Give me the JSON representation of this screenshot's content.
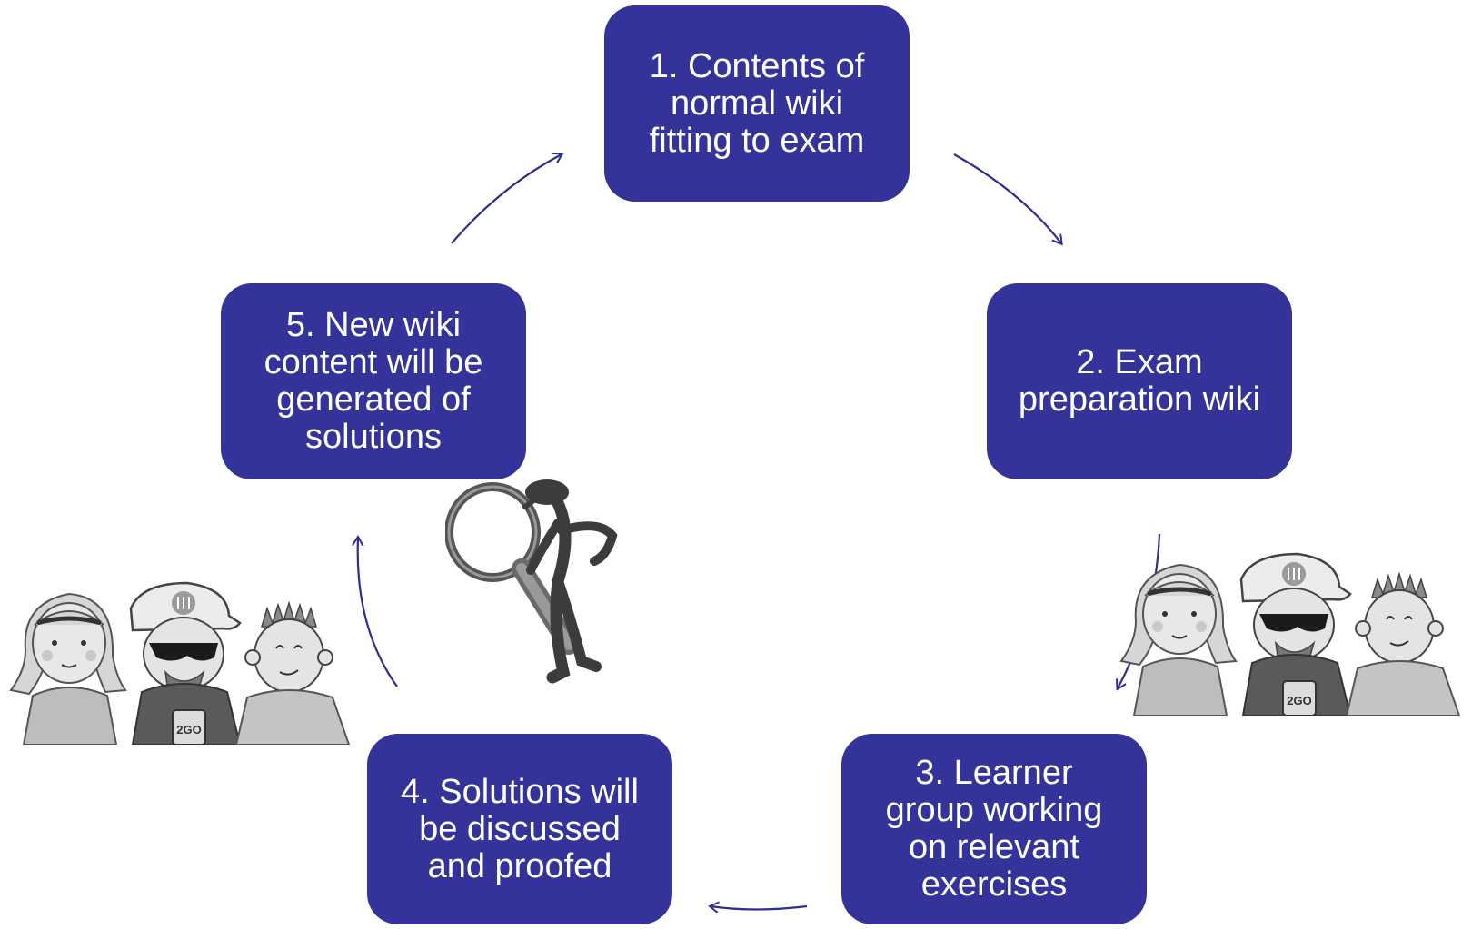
{
  "colors": {
    "box": "#333399",
    "arrow": "#2e2e8f",
    "box_text": "#ffffff"
  },
  "steps": [
    {
      "label": "1. Contents of\nnormal wiki\nfitting to exam"
    },
    {
      "label": "2. Exam\npreparation wiki"
    },
    {
      "label": "3. Learner\ngroup working\non relevant\nexercises"
    },
    {
      "label": "4. Solutions will\nbe discussed\nand proofed"
    },
    {
      "label": "5. New wiki\ncontent  will be\ngenerated of\nsolutions"
    }
  ],
  "illustrations": [
    {
      "name": "learner-group-illustration-left",
      "icon": "group-of-three-people"
    },
    {
      "name": "magnifier-figure-illustration",
      "icon": "stick-figure-with-magnifying-glass"
    },
    {
      "name": "learner-group-illustration-right",
      "icon": "group-of-three-people"
    }
  ],
  "cup_label": "2GO"
}
